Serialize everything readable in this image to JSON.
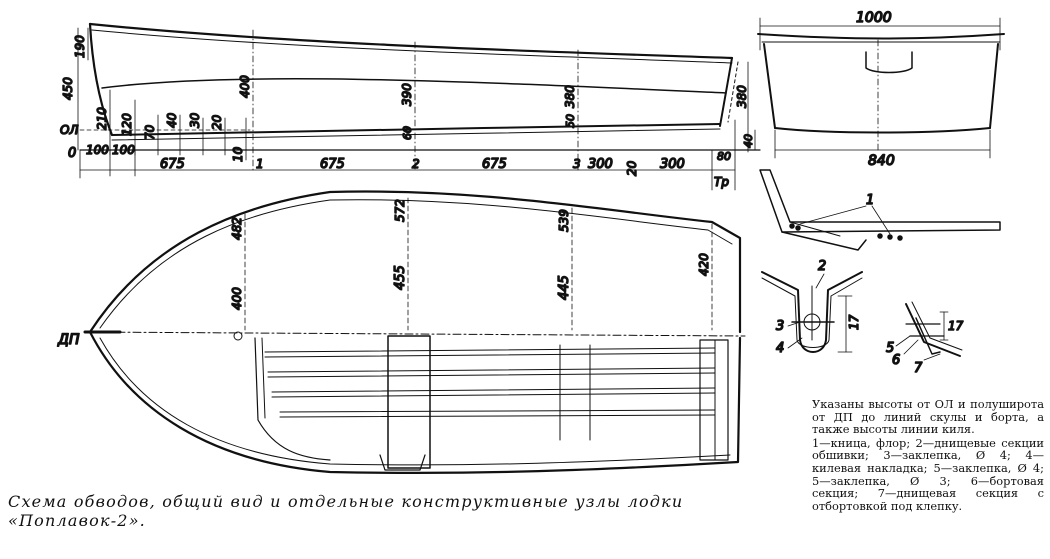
{
  "profile": {
    "baseline_label": "0",
    "ol_label": "ОЛ",
    "transom_label": "Тр",
    "station_labels": [
      "1",
      "2",
      "3"
    ],
    "vertical_dims": [
      "450",
      "190",
      "210",
      "120",
      "70",
      "40",
      "30",
      "20",
      "10",
      "400",
      "390",
      "60",
      "380",
      "50",
      "380",
      "40",
      "80"
    ],
    "horizontal_dims": [
      "100",
      "100",
      "675",
      "675",
      "675",
      "300",
      "20",
      "300"
    ]
  },
  "section": {
    "width_label": "1000",
    "bottom_label": "840"
  },
  "plan": {
    "dp_label": "ДП",
    "dims": [
      "482",
      "400",
      "572",
      "455",
      "539",
      "445",
      "420"
    ]
  },
  "details": {
    "knee_callout": "1",
    "keel_callouts": [
      "2",
      "3",
      "4"
    ],
    "keel_dim": "17",
    "side_callouts": [
      "5",
      "6",
      "7"
    ],
    "side_dim": "17"
  },
  "caption": "Схема обводов, общий вид и отдельные конструктивные узлы лодки «Поплавок-2».",
  "notes": {
    "intro": "Указаны высоты от ОЛ и полуширота от ДП до линий скулы и борта, а также высоты линии киля.",
    "legend": "1—кница, флор; 2—днищевые секции обшивки; 3—заклепка, Ø 4; 4—килевая накладка; 5—заклепка, Ø 4; 5—заклепка, Ø 3; 6—бортовая секция; 7—днищевая секция с отбортовкой под клепку."
  }
}
